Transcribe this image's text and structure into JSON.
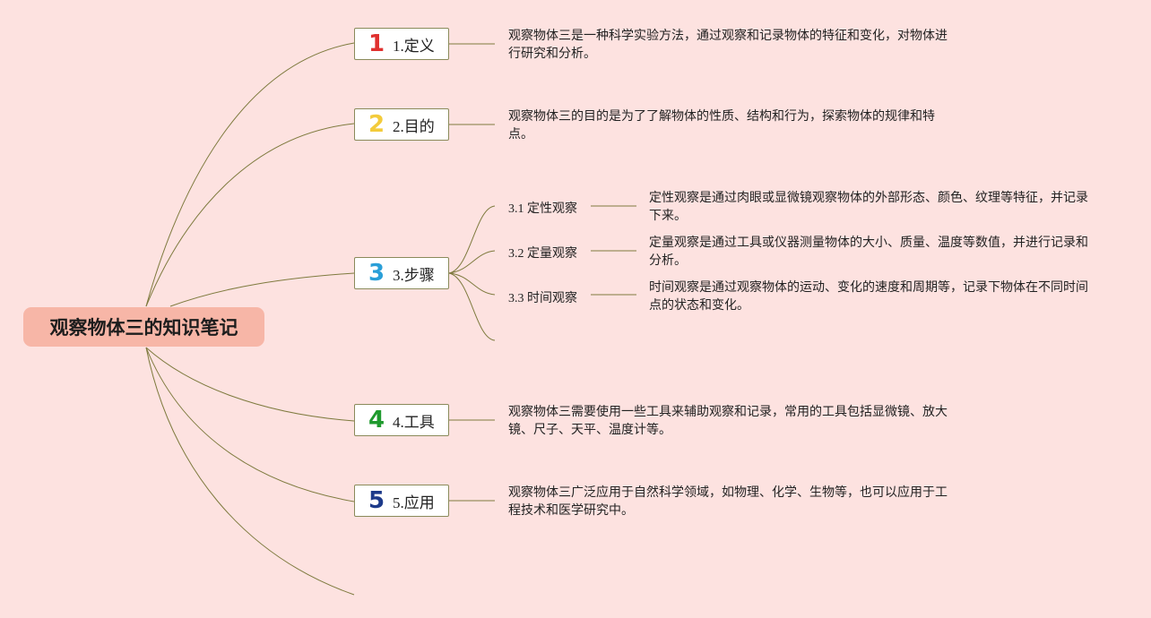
{
  "root": {
    "label": "观察物体三的知识笔记"
  },
  "topics": [
    {
      "number": "1",
      "label": "1.定义",
      "color": "#e0312f",
      "desc": "观察物体三是一种科学实验方法，通过观察和记录物体的特征和变化，对物体进行研究和分析。"
    },
    {
      "number": "2",
      "label": "2.目的",
      "color": "#f3cb3b",
      "desc": "观察物体三的目的是为了了解物体的性质、结构和行为，探索物体的规律和特点。"
    },
    {
      "number": "3",
      "label": "3.步骤",
      "color": "#2a9fd8",
      "children": [
        {
          "label": "3.1 定性观察",
          "desc": "定性观察是通过肉眼或显微镜观察物体的外部形态、颜色、纹理等特征，并记录下来。"
        },
        {
          "label": "3.2 定量观察",
          "desc": "定量观察是通过工具或仪器测量物体的大小、质量、温度等数值，并进行记录和分析。"
        },
        {
          "label": "3.3 时间观察",
          "desc": "时间观察是通过观察物体的运动、变化的速度和周期等，记录下物体在不同时间点的状态和变化。"
        }
      ]
    },
    {
      "number": "4",
      "label": "4.工具",
      "color": "#1f9a2e",
      "desc": "观察物体三需要使用一些工具来辅助观察和记录，常用的工具包括显微镜、放大镜、尺子、天平、温度计等。"
    },
    {
      "number": "5",
      "label": "5.应用",
      "color": "#1d3a8a",
      "desc": "观察物体三广泛应用于自然科学领域，如物理、化学、生物等，也可以应用于工程技术和医学研究中。"
    }
  ],
  "colors": {
    "background": "#fde2e0",
    "root_fill": "#f7b6a7",
    "connector": "#7e7a3e"
  }
}
